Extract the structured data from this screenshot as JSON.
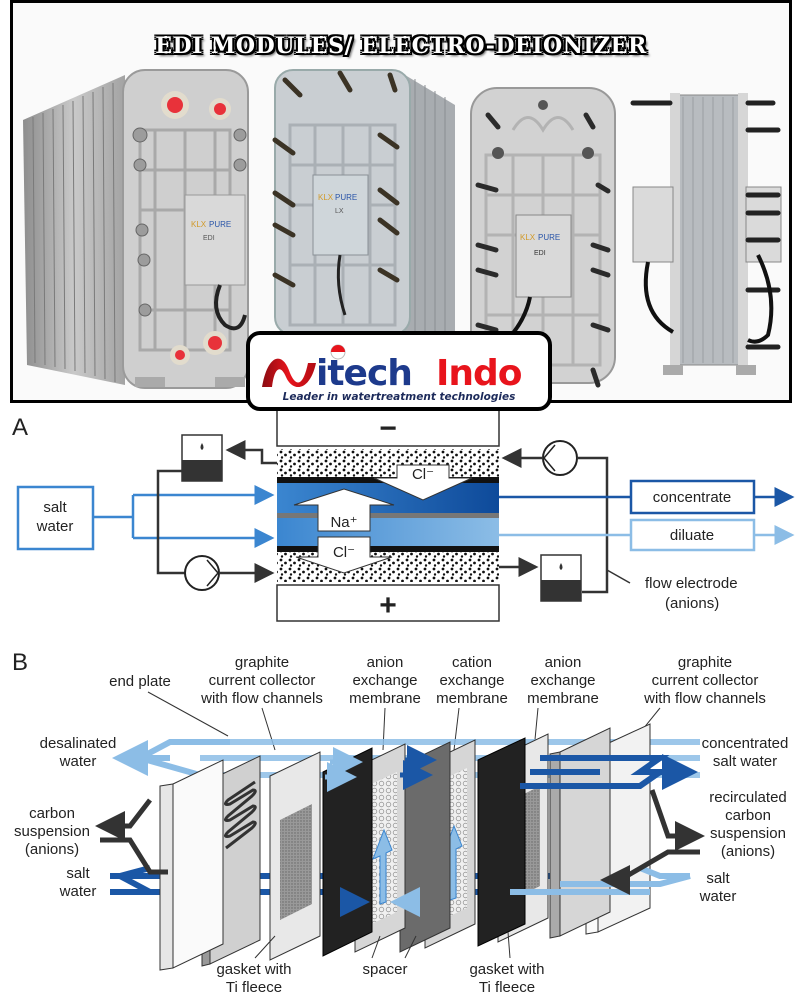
{
  "banner": {
    "title": "EDI MODULES/ ELECTRO-DEIONIZER"
  },
  "products": [
    {
      "brand": "KLX PURE",
      "model": "EDI",
      "view": "angled front"
    },
    {
      "brand": "KLX PURE",
      "model": "LX",
      "view": "angled front"
    },
    {
      "brand": "KLX PURE",
      "model": "EDI",
      "view": "front"
    },
    {
      "brand": "",
      "model": "",
      "view": "side"
    }
  ],
  "logo": {
    "prefix": "mitech",
    "prefix_display": "itech",
    "suffix": "Indo",
    "tagline": "Leader in watertreatment technologies",
    "colors": {
      "red": "#e8141c",
      "navy": "#1d3a8c"
    }
  },
  "diagram_a": {
    "panel_label": "A",
    "negative_electrode": "−",
    "positive_electrode": "+",
    "ions": {
      "top_chloride": "Cl⁻",
      "sodium": "Na⁺",
      "bottom_chloride": "Cl⁻"
    },
    "inputs": {
      "salt_water": [
        "salt",
        "water"
      ]
    },
    "outputs": {
      "concentrate": "concentrate",
      "diluate": "diluate"
    },
    "annotation": [
      "flow electrode",
      "(anions)"
    ],
    "colors": {
      "dark_blue": "#1b57a6",
      "mid_blue": "#3b86d0",
      "light_blue": "#8cbde6",
      "line": "#333333"
    }
  },
  "diagram_b": {
    "panel_label": "B",
    "top_labels": [
      [
        "end plate"
      ],
      [
        "graphite",
        "current collector",
        "with flow channels"
      ],
      [
        "anion",
        "exchange",
        "membrane"
      ],
      [
        "cation",
        "exchange",
        "membrane"
      ],
      [
        "anion",
        "exchange",
        "membrane"
      ],
      [
        "graphite",
        "current collector",
        "with flow channels"
      ]
    ],
    "left_labels": {
      "desalinated_water": [
        "desalinated",
        "water"
      ],
      "carbon_suspension": [
        "carbon",
        "suspension",
        "(anions)"
      ],
      "salt_water": [
        "salt",
        "water"
      ]
    },
    "right_labels": {
      "concentrated_salt_water": [
        "concentrated",
        "salt water"
      ],
      "recirculated": [
        "recirculated",
        "carbon",
        "suspension",
        "(anions)"
      ],
      "salt_water": [
        "salt",
        "water"
      ]
    },
    "bottom_labels": {
      "gasket_left": [
        "gasket with",
        "Ti fleece"
      ],
      "spacer": [
        "spacer"
      ],
      "gasket_right": [
        "gasket with",
        "Ti fleece"
      ]
    }
  }
}
